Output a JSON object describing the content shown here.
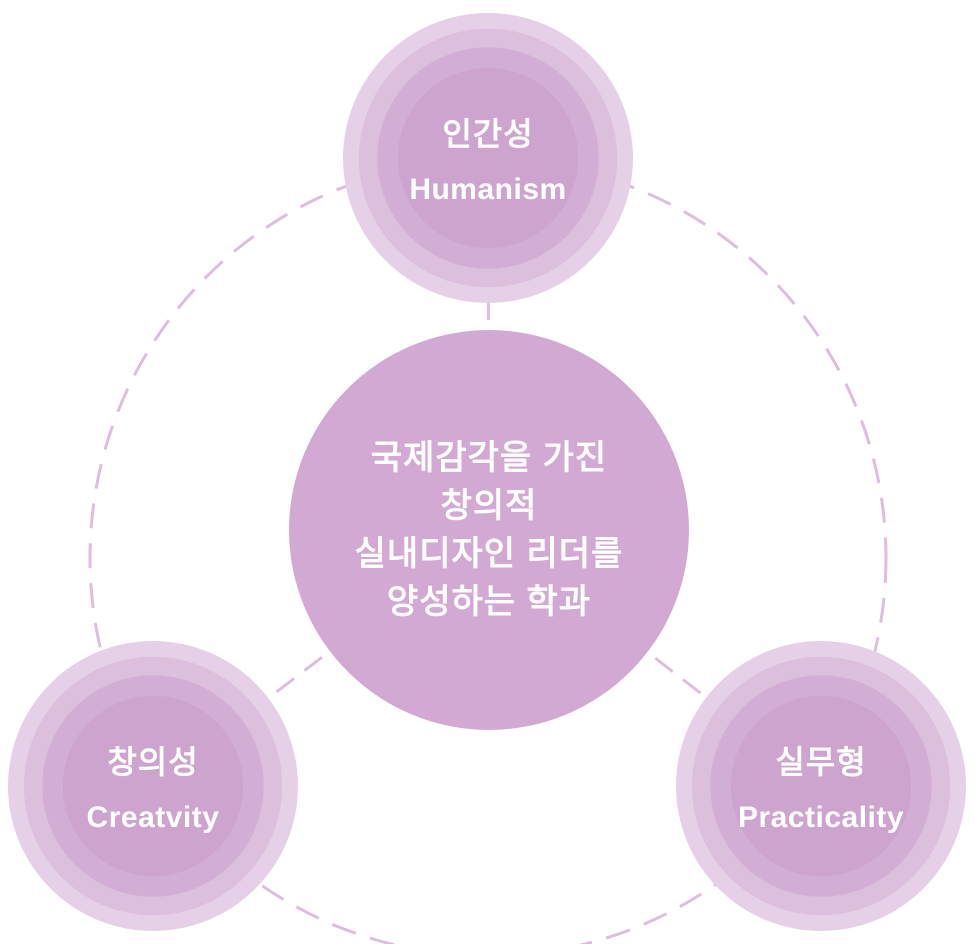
{
  "diagram": {
    "center_circle": {
      "lines": [
        "국제감각을 가진",
        "창의적",
        "실내디자인 리더를",
        "양성하는 학과"
      ]
    },
    "nodes": [
      {
        "id": "humanism",
        "ko": "인간성",
        "en": "Humanism"
      },
      {
        "id": "creativity",
        "ko": "창의성",
        "en": "Creatvity"
      },
      {
        "id": "practicality",
        "ko": "실무형",
        "en": "Practicality"
      }
    ],
    "colors": {
      "center_fill": "#d2a9d3",
      "node_core_fill": "#cda4ce",
      "dash_stroke": "#dcbedd",
      "text": "#ffffff"
    }
  }
}
